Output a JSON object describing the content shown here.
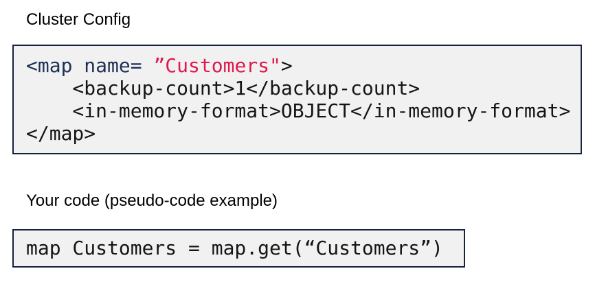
{
  "colors": {
    "accent_navy_text": "#1d3054",
    "accent_red_string": "#e0194d",
    "code_black": "#151515",
    "block_border_navy": "#14213f",
    "block_background_gray": "#f1f1f2",
    "page_background": "#ffffff"
  },
  "section_config": {
    "heading": "Cluster Config",
    "code": {
      "line1": {
        "tag_open": "<map name= ",
        "attr_value": "”Customers\"",
        "bracket_close": ">"
      },
      "line2": "    <backup-count>1</backup-count>",
      "line3": "    <in-memory-format>OBJECT</in-memory-format>",
      "line4": "</map>"
    }
  },
  "section_pseudo": {
    "heading": "Your code (pseudo-code example)",
    "code_line": "map Customers = map.get(“Customers”)"
  }
}
